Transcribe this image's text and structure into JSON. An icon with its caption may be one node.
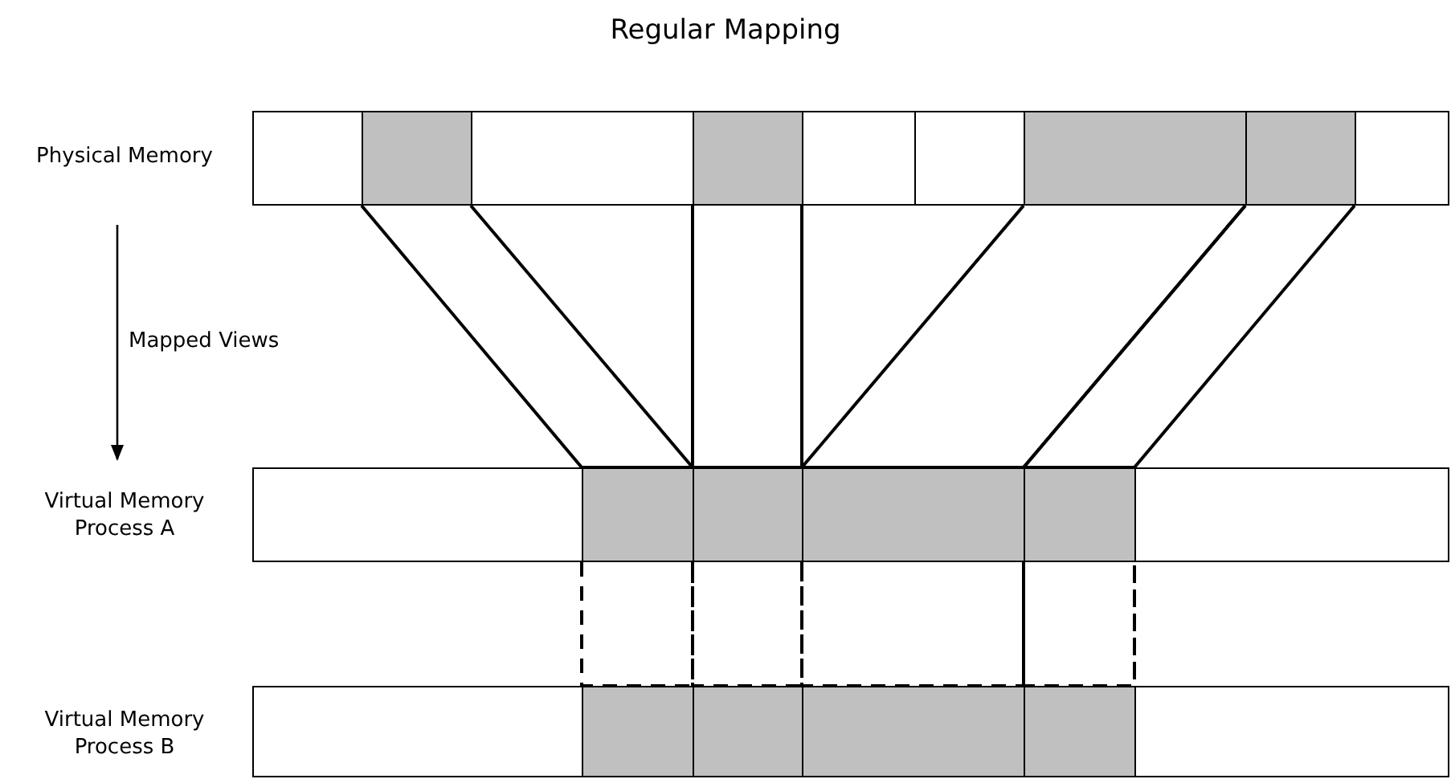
{
  "diagram": {
    "title": "Regular Mapping",
    "nodes": [
      {
        "text": [],
        "shape": "bar",
        "beside": [
          "Physical Memory"
        ]
      },
      {
        "text": [],
        "shape": "box",
        "in": 0
      },
      {
        "text": [],
        "shape": "box",
        "in": 0
      },
      {
        "text": [],
        "shape": "box",
        "in": 0
      },
      {
        "text": [],
        "shape": "box",
        "in": 0
      },
      {
        "text": [],
        "shape": "bar",
        "beside": [
          "Virtual Memory Process A"
        ]
      },
      {
        "text": [],
        "shape": "box",
        "in": 5
      },
      {
        "text": [],
        "shape": "box",
        "in": 5
      },
      {
        "text": [],
        "shape": "box",
        "in": 5
      },
      {
        "text": [],
        "shape": "box",
        "in": 5
      },
      {
        "text": [],
        "shape": "bar",
        "beside": [
          "Virtual Memory Process B"
        ]
      },
      {
        "text": [],
        "shape": "box",
        "in": 10
      },
      {
        "text": [],
        "shape": "box",
        "in": 10
      },
      {
        "text": [],
        "shape": "box",
        "in": 10
      },
      {
        "text": [],
        "shape": "box",
        "in": 10
      }
    ],
    "edges": [
      {
        "from": 1,
        "to": 6,
        "arrow": "none"
      },
      {
        "from": 2,
        "to": 7,
        "arrow": "none"
      },
      {
        "from": 3,
        "to": 8,
        "arrow": "none"
      },
      {
        "from": 4,
        "to": 9,
        "arrow": "none"
      },
      {
        "from": 6,
        "to": 11,
        "arrow": "none",
        "style": "dashed"
      },
      {
        "from": 7,
        "to": 12,
        "arrow": "none",
        "style": "dashed"
      },
      {
        "from": 8,
        "to": 13,
        "arrow": "none",
        "style": "dashed"
      },
      {
        "from": 9,
        "to": 14,
        "arrow": "none",
        "style": "dashed"
      }
    ],
    "labels": [
      "Mapped Views"
    ]
  }
}
